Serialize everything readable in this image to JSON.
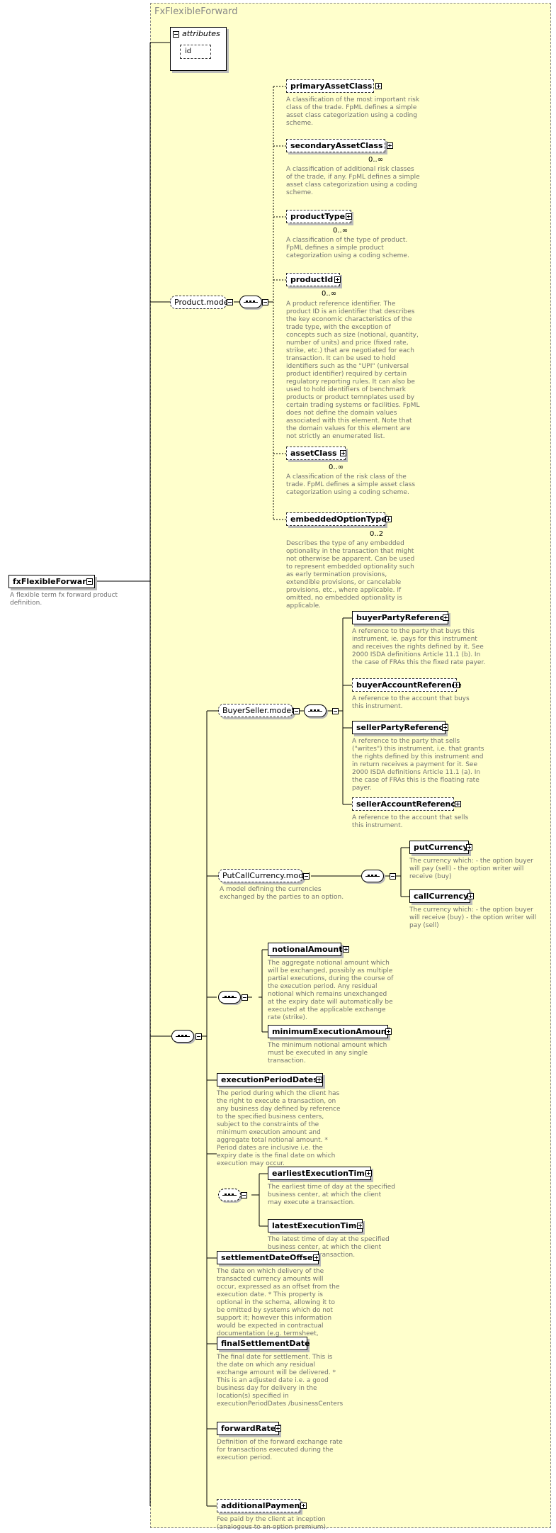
{
  "panel": {
    "title": "FxFlexibleForward"
  },
  "root": {
    "name": "fxFlexibleForward",
    "doc": "A flexible term fx forward product definition."
  },
  "attributes": {
    "label": "attributes",
    "id": "id"
  },
  "product_model": {
    "name": "Product.model",
    "children": [
      {
        "name": "primaryAssetClass",
        "mult": "",
        "doc": "A classification of the most important risk class of the trade. FpML defines a simple asset class categorization using a coding scheme."
      },
      {
        "name": "secondaryAssetClass",
        "mult": "0..∞",
        "doc": "A classification of additional risk classes of the trade, if any. FpML defines a simple asset class categorization using a coding scheme."
      },
      {
        "name": "productType",
        "mult": "0..∞",
        "doc": "A classification of the type of product. FpML defines a simple product categorization using a coding scheme."
      },
      {
        "name": "productId",
        "mult": "0..∞",
        "doc": "A product reference identifier. The product ID is an identifier that describes the key economic characteristics of the trade type, with the exception of concepts such as size (notional, quantity, number of units) and price (fixed rate, strike, etc.) that are negotiated for each transaction. It can be used to hold identifiers such as the \"UPI\" (universal product identifier) required by certain regulatory reporting rules. It can also be used to hold identifiers of benchmark products or product temnplates used by certain trading systems or facilities. FpML does not define the domain values associated with this element. Note that the domain values for this element are not strictly an enumerated list."
      },
      {
        "name": "assetClass",
        "mult": "0..∞",
        "doc": "A classification of the risk class of the trade. FpML defines a simple asset class categorization using a coding scheme."
      },
      {
        "name": "embeddedOptionType",
        "mult": "0..2",
        "doc": "Describes the type of any embedded optionality in the transaction that might not otherwise be apparent. Can be used to represent embedded optionality such as early termination provisions, extendible provisions, or cancelable provisions, etc., where applicable. If omitted, no embedded optionality is applicable."
      }
    ]
  },
  "buyer_seller": {
    "name": "BuyerSeller.model",
    "children": [
      {
        "name": "buyerPartyReference",
        "doc": "A reference to the party that buys this instrument, ie. pays for this instrument and receives the rights defined by it. See 2000 ISDA definitions Article 11.1 (b). In the case of FRAs this the fixed rate payer."
      },
      {
        "name": "buyerAccountReference",
        "doc": "A reference to the account that buys this instrument."
      },
      {
        "name": "sellerPartyReference",
        "doc": "A reference to the party that sells (\"writes\") this instrument, i.e. that grants the rights defined by this instrument and in return receives a payment for it. See 2000 ISDA definitions Article 11.1 (a). In the case of FRAs this is the floating rate payer."
      },
      {
        "name": "sellerAccountReference",
        "doc": "A reference to the account that sells this instrument."
      }
    ]
  },
  "put_call": {
    "name": "PutCallCurrency.model",
    "doc": "A model defining the currencies exchanged by the parties to an option.",
    "children": [
      {
        "name": "putCurrency",
        "doc": "The currency which: - the option buyer will pay (sell) - the option writer will receive (buy)"
      },
      {
        "name": "callCurrency",
        "doc": "The currency which: - the option buyer will receive (buy) - the option writer will pay (sell)"
      }
    ]
  },
  "notional_seq": {
    "children": [
      {
        "name": "notionalAmount",
        "doc": "The aggregate notional amount which will be exchanged, possibly as multiple partial executions, during the course of the execution period. Any residual notional which remains unexchanged at the expiry date will automatically be executed at the applicable exchange rate (strike)."
      },
      {
        "name": "minimumExecutionAmount",
        "doc": "The minimum notional amount which must be executed in any single transaction."
      }
    ]
  },
  "execution_period": {
    "name": "executionPeriodDates",
    "doc": "The period during which the client has the right to execute a transaction, on any business day defined by reference to the specified business centers, subject to the constraints of the minimum execution amount and aggregate total notional amount. * Period dates are inclusive i.e. the expiry date is the final date on which execution may occur."
  },
  "execution_time": {
    "children": [
      {
        "name": "earliestExecutionTime",
        "doc": "The earliest time of day at the specified business center, at which the client may execute a transaction."
      },
      {
        "name": "latestExecutionTime",
        "doc": "The latest time of day at the specified business center, at which the client may execute a transaction."
      }
    ]
  },
  "settlement_offset": {
    "name": "settlementDateOffset",
    "doc": "The date on which delivery of the transacted currency amounts will occur, expressed as an offset from the execution date. * This property is optional in the schema, allowing it to be omitted by systems which do not support it; however this information would be expected in contractual documentation (e.g. termsheet, confirmation)."
  },
  "final_settlement": {
    "name": "finalSettlementDate",
    "doc": "The final date for settlement. This is the date on which any residual exchange amount will be delivered. * This is an adjusted date i.e. a good business day for delivery in the location(s) specified in executionPeriodDates /businessCenters"
  },
  "forward_rate": {
    "name": "forwardRate",
    "doc": "Definition of the forward exchange rate for transactions executed during the execution period."
  },
  "additional_payment": {
    "name": "additionalPayment",
    "doc": "Fee paid by the client at inception (analogous to an option premium)."
  }
}
